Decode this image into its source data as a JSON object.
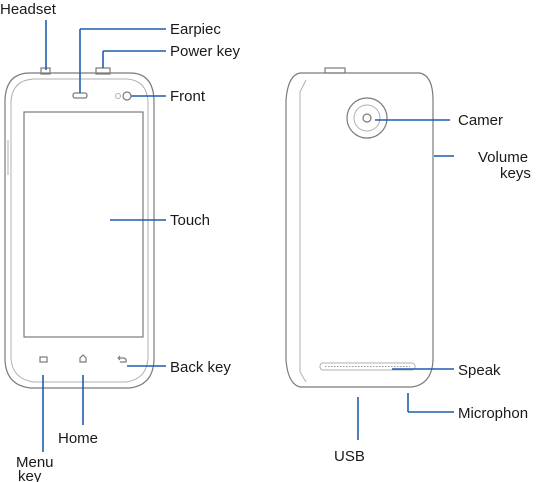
{
  "labels": {
    "headset": "Headset",
    "earpiece": "Earpiec",
    "power_key": "Power key",
    "front": "Front",
    "touch": "Touch",
    "back_key": "Back key",
    "home": "Home",
    "menu": "Menu",
    "menu_2": "key",
    "camera": "Camer",
    "volume": "Volume",
    "volume_2": "keys",
    "speaker": "Speak",
    "microphone": "Microphon",
    "usb": "USB"
  },
  "colors": {
    "leader": "#1f5fae",
    "outline": "#7a7a7a"
  }
}
